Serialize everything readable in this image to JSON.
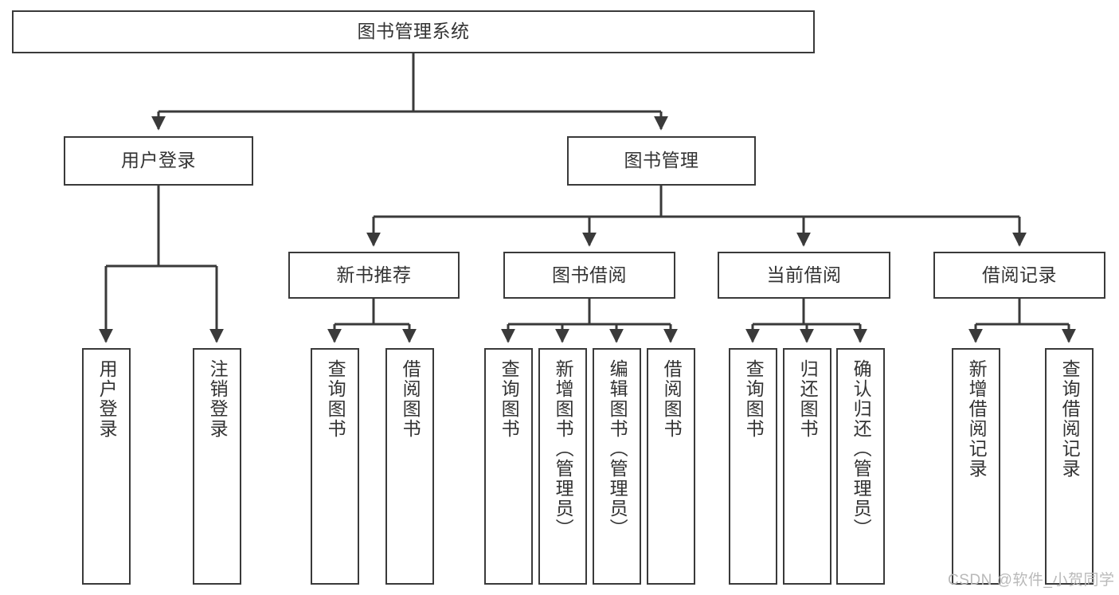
{
  "diagram": {
    "title": "图书管理系统",
    "type": "hierarchy-tree",
    "watermark": "CSDN @软件_小贺同学",
    "colors": {
      "border": "#3a3a3a",
      "background": "#ffffff",
      "text": "#333333",
      "connector": "#3a3a3a",
      "watermark": "#b9b9b9"
    },
    "root": {
      "label": "图书管理系统"
    },
    "level2": [
      {
        "label": "用户登录"
      },
      {
        "label": "图书管理"
      }
    ],
    "level3": [
      {
        "label": "新书推荐"
      },
      {
        "label": "图书借阅"
      },
      {
        "label": "当前借阅"
      },
      {
        "label": "借阅记录"
      }
    ],
    "leaves": {
      "user_login": [
        {
          "label": "用户登录"
        },
        {
          "label": "注销登录"
        }
      ],
      "new_book_recommend": [
        {
          "label": "查询图书"
        },
        {
          "label": "借阅图书"
        }
      ],
      "book_borrow": [
        {
          "label": "查询图书"
        },
        {
          "label": "新增图书（管理员）"
        },
        {
          "label": "编辑图书（管理员）"
        },
        {
          "label": "借阅图书"
        }
      ],
      "current_borrow": [
        {
          "label": "查询图书"
        },
        {
          "label": "归还图书"
        },
        {
          "label": "确认归还（管理员）"
        }
      ],
      "borrow_records": [
        {
          "label": "新增借阅记录"
        },
        {
          "label": "查询借阅记录"
        }
      ]
    }
  }
}
